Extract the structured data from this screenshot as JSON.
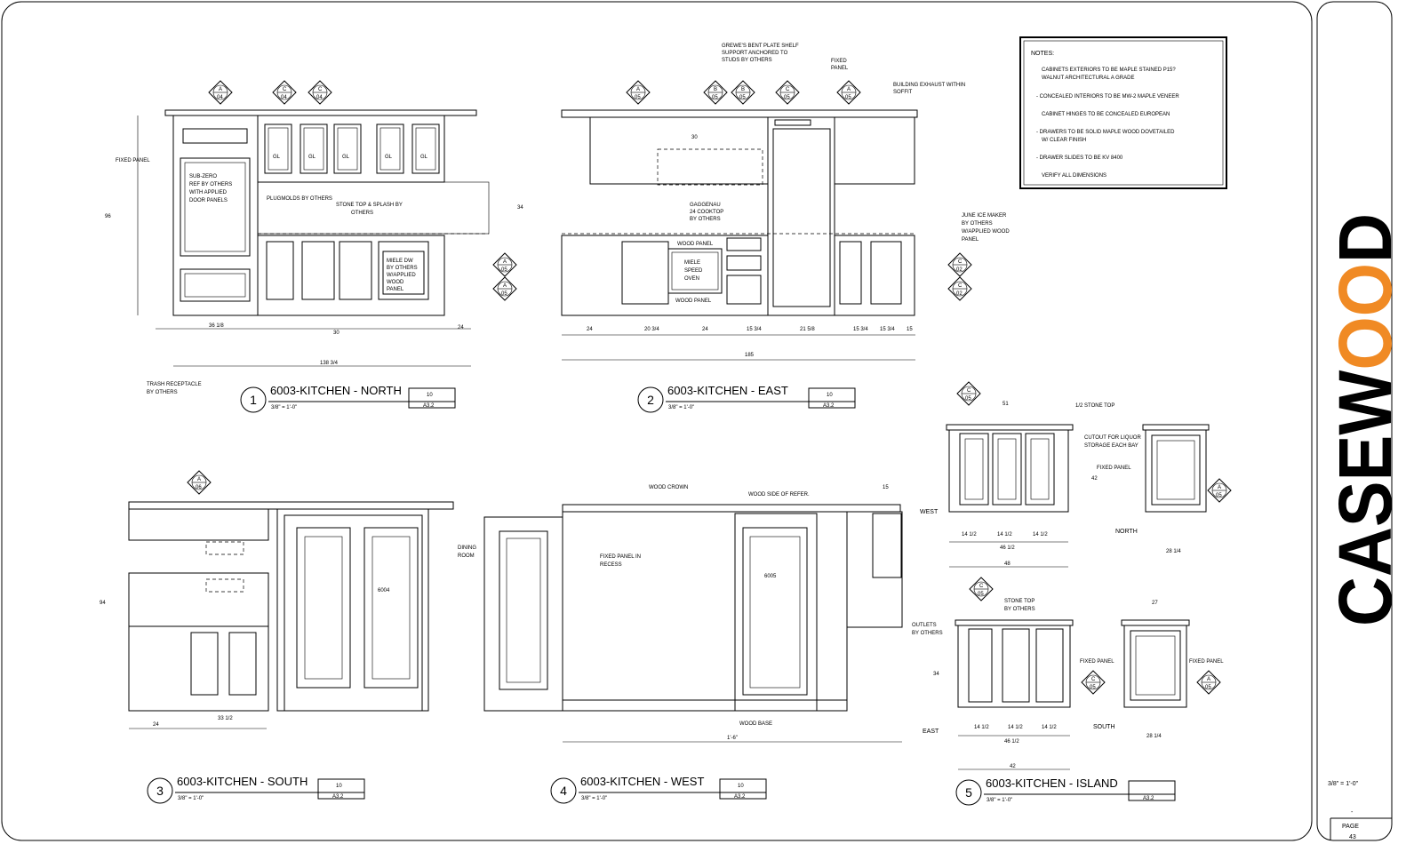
{
  "notes": {
    "heading": "NOTES:",
    "items": [
      "CABINETS EXTERIORS TO BE MAPLE STAINED P15?",
      "WALNUT ARCHITECTURAL A GRADE",
      "- CONCEALED INTERIORS TO BE MW-2 MAPLE VENEER",
      "CABINET HINGES TO BE CONCEALED EUROPEAN",
      "- DRAWERS TO BE SOLID MAPLE WOOD DOVETAILED",
      "W/ CLEAR FINISH",
      "- DRAWER SLIDES TO BE KV 8400",
      "VERIFY ALL DIMENSIONS"
    ]
  },
  "views": [
    {
      "number": "1",
      "title": "6003-KITCHEN - NORTH",
      "scale": "3/8\" = 1'-0\"",
      "ref_top": "10",
      "ref_bottom": "A3.2"
    },
    {
      "number": "2",
      "title": "6003-KITCHEN - EAST",
      "scale": "3/8\" = 1'-0\"",
      "ref_top": "10",
      "ref_bottom": "A3.2"
    },
    {
      "number": "3",
      "title": "6003-KITCHEN - SOUTH",
      "scale": "3/8\" = 1'-0\"",
      "ref_top": "10",
      "ref_bottom": "A3.2"
    },
    {
      "number": "4",
      "title": "6003-KITCHEN - WEST",
      "scale": "3/8\" = 1'-0\"",
      "ref_top": "10",
      "ref_bottom": "A3.2"
    },
    {
      "number": "5",
      "title": "6003-KITCHEN - ISLAND",
      "scale": "3/8\" = 1'-0\"",
      "ref_top": "",
      "ref_bottom": "A3.2"
    }
  ],
  "labels": {
    "north_fixed_panel": "FIXED PANEL",
    "subzero_1": "SUB-ZERO",
    "subzero_2": "REF BY OTHERS",
    "subzero_3": "WITH APPLIED",
    "subzero_4": "DOOR PANELS",
    "plugmolds": "PLUGMOLDS BY OTHERS",
    "stone_top_1": "STONE TOP & SPLASH BY",
    "stone_top_2": "OTHERS",
    "miele_dw_1": "MIELE DW",
    "miele_dw_2": "BY OTHERS",
    "miele_dw_3": "W/APPLIED",
    "miele_dw_4": "WOOD",
    "miele_dw_5": "PANEL",
    "trash_1": "TRASH RECEPTACLE",
    "trash_2": "BY OTHERS",
    "glass_label": "GL",
    "shelf_1": "GREWE'S BENT PLATE SHELF",
    "shelf_2": "SUPPORT ANCHORED TO",
    "shelf_3": "STUDS BY OTHERS",
    "east_fixed_1": "FIXED",
    "east_fixed_2": "PANEL",
    "exhaust_1": "BUILDING EXHAUST WITHIN",
    "exhaust_2": "SOFFIT",
    "cooktop_1": "GAGGENAU",
    "cooktop_2": "24 COOKTOP",
    "cooktop_3": "BY OTHERS",
    "wood_panel": "WOOD PANEL",
    "oven_1": "MIELE",
    "oven_2": "SPEED",
    "oven_3": "OVEN",
    "ice_1": "JUNE ICE MAKER",
    "ice_2": "BY OTHERS",
    "ice_3": "W/APPLIED WOOD",
    "ice_4": "PANEL",
    "wood_crown": "WOOD CROWN",
    "wood_side": "WOOD SIDE OF REFER.",
    "dining_1": "DINING",
    "dining_2": "ROOM",
    "recess_1": "FIXED PANEL IN",
    "recess_2": "RECESS",
    "wood_base": "WOOD BASE",
    "door_6004": "6004",
    "door_6005": "6005",
    "stone_half": "1/2 STONE TOP",
    "liquor_1": "CUTOUT FOR LIQUOR",
    "liquor_2": "STORAGE EACH BAY",
    "island_fixed": "FIXED PANEL",
    "island_stone_1": "STONE TOP",
    "island_stone_2": "BY OTHERS",
    "outlets_1": "OUTLETS",
    "outlets_2": "BY OTHERS",
    "west": "WEST",
    "north": "NORTH",
    "east": "EAST",
    "south": "SOUTH"
  },
  "dimensions": {
    "north_overall": "138 3/4",
    "north_width": "36 1/8",
    "north_mid": "30",
    "north_right": "24",
    "north_height": "96",
    "east_overall": "185",
    "east_height": "34",
    "east_seg": [
      "24",
      "20 3/4",
      "24",
      "15 3/4",
      "21 5/8",
      "15 3/4",
      "15 3/4",
      "15"
    ],
    "east_upper": "30",
    "south_left": "24",
    "south_right": "33 1/2",
    "south_height": "94",
    "west_overall": "1'-6\"",
    "west_top": "15",
    "island_west_total": "48",
    "island_west_top": "51",
    "island_east_total": "42",
    "island_height": "42",
    "island_height_east": "34",
    "island_bay": "14 1/2",
    "island_inner": "46 1/2",
    "island_north": "28 1/4",
    "island_south_top": "27",
    "island_south": "28 1/4"
  },
  "section_markers": [
    {
      "letter": "A",
      "sheet": "04"
    },
    {
      "letter": "C",
      "sheet": "04"
    },
    {
      "letter": "C",
      "sheet": "04"
    },
    {
      "letter": "A",
      "sheet": "05"
    },
    {
      "letter": "B",
      "sheet": "05"
    },
    {
      "letter": "B",
      "sheet": "05"
    },
    {
      "letter": "C",
      "sheet": "05"
    },
    {
      "letter": "A",
      "sheet": "05"
    },
    {
      "letter": "A",
      "sheet": "05"
    },
    {
      "letter": "A",
      "sheet": "05"
    },
    {
      "letter": "C",
      "sheet": "02"
    },
    {
      "letter": "C",
      "sheet": "02"
    },
    {
      "letter": "A",
      "sheet": "06"
    },
    {
      "letter": "C",
      "sheet": "05"
    },
    {
      "letter": "A",
      "sheet": "05"
    },
    {
      "letter": "C",
      "sheet": "05"
    },
    {
      "letter": "C",
      "sheet": "05"
    },
    {
      "letter": "A",
      "sheet": "05"
    }
  ],
  "title_block": {
    "logo": "CASEWOOD",
    "logo_accent": "#f08a24",
    "scale": "3/8\" = 1'-0\"",
    "sheet_dash": "-",
    "page_label": "PAGE",
    "page_number": "43"
  }
}
